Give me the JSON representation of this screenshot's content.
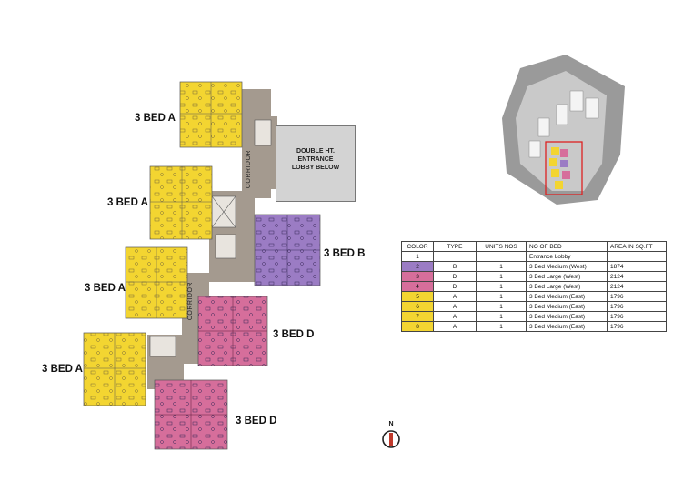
{
  "units": [
    {
      "label": "3 BED A",
      "color": "#f3d531"
    },
    {
      "label": "3 BED A",
      "color": "#f3d531"
    },
    {
      "label": "3 BED A",
      "color": "#f3d531"
    },
    {
      "label": "3 BED A",
      "color": "#f3d531"
    },
    {
      "label": "3 BED B",
      "color": "#9b7cc4"
    },
    {
      "label": "3 BED D",
      "color": "#d66e9b"
    },
    {
      "label": "3 BED D",
      "color": "#d66e9b"
    }
  ],
  "corridor_labels": [
    "CORRIDOR",
    "CORRIDOR"
  ],
  "lobby": {
    "line1": "DOUBLE HT.",
    "line2": "ENTRANCE",
    "line3": "LOBBY BELOW"
  },
  "legend": {
    "headers": [
      "COLOR",
      "TYPE",
      "UNITS NOS",
      "NO OF BED",
      "AREA IN SQ.FT"
    ],
    "rows": [
      {
        "color_no": "1",
        "swatch": "#ffffff",
        "type": "",
        "units": "",
        "bed": "Entrance Lobby",
        "area": ""
      },
      {
        "color_no": "2",
        "swatch": "#9b7cc4",
        "type": "B",
        "units": "1",
        "bed": "3 Bed Medium (West)",
        "area": "1874"
      },
      {
        "color_no": "3",
        "swatch": "#d66e9b",
        "type": "D",
        "units": "1",
        "bed": "3 Bed Large (West)",
        "area": "2124"
      },
      {
        "color_no": "4",
        "swatch": "#d66e9b",
        "type": "D",
        "units": "1",
        "bed": "3 Bed Large (West)",
        "area": "2124"
      },
      {
        "color_no": "5",
        "swatch": "#f3d531",
        "type": "A",
        "units": "1",
        "bed": "3 Bed Medium (East)",
        "area": "1796"
      },
      {
        "color_no": "6",
        "swatch": "#f3d531",
        "type": "A",
        "units": "1",
        "bed": "3 Bed Medium (East)",
        "area": "1796"
      },
      {
        "color_no": "7",
        "swatch": "#f3d531",
        "type": "A",
        "units": "1",
        "bed": "3 Bed Medium (East)",
        "area": "1796"
      },
      {
        "color_no": "8",
        "swatch": "#f3d531",
        "type": "A",
        "units": "1",
        "bed": "3 Bed Medium (East)",
        "area": "1796"
      }
    ]
  },
  "north_label": "N"
}
